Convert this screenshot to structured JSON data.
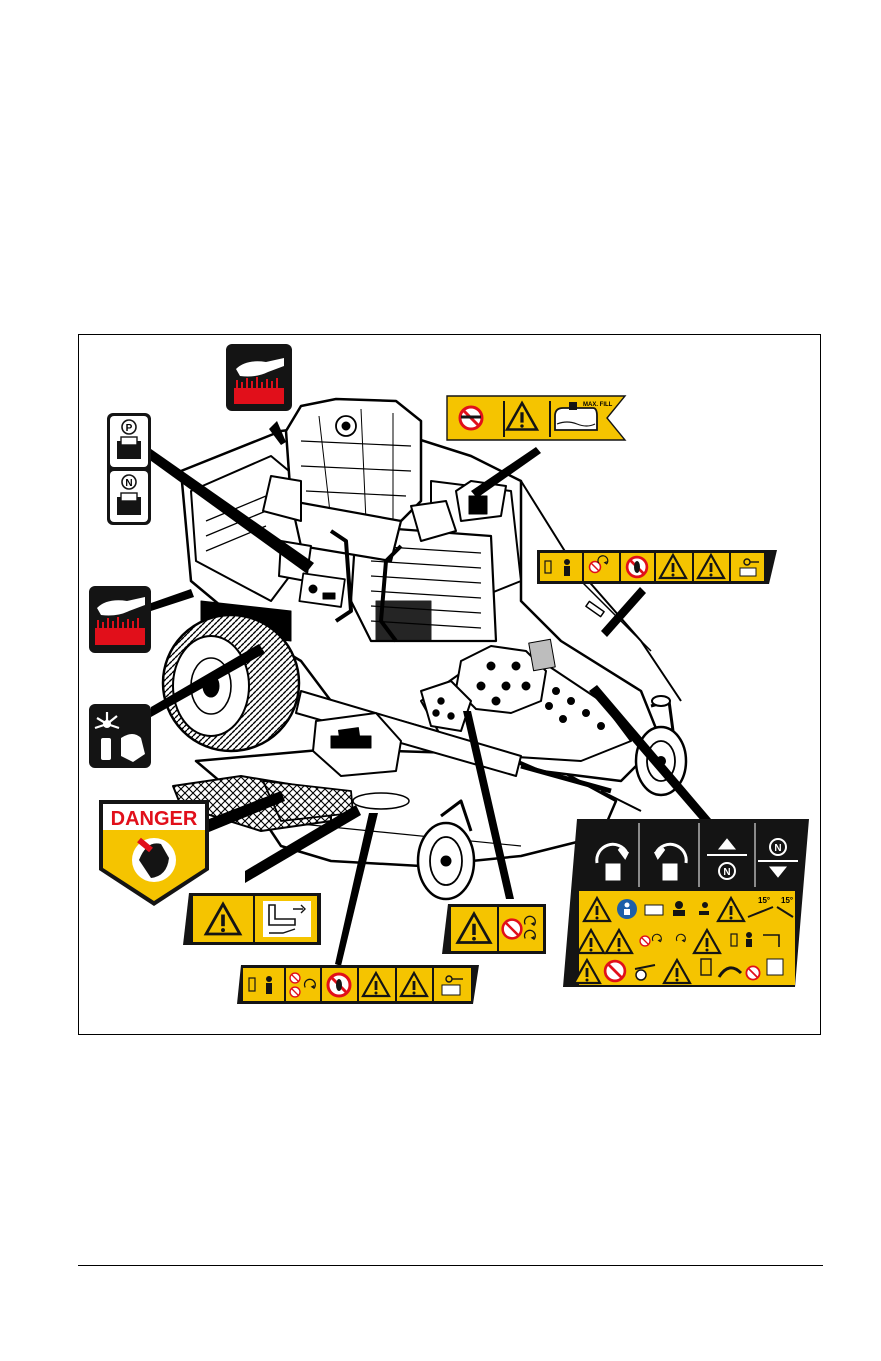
{
  "figure": {
    "decals": {
      "fuel": {
        "max_fill_label": "MAX. FILL"
      },
      "danger": {
        "heading": "DANGER"
      },
      "parking": {
        "p_label": "P",
        "n_label": "N"
      },
      "controls": {
        "n_label": "N"
      },
      "slope": {
        "left": "15°",
        "right": "15°"
      }
    }
  },
  "colors": {
    "safety_yellow": "#f5c400",
    "danger_red": "#e10f1a",
    "decal_black": "#141414",
    "info_blue": "#1d5fa8"
  }
}
